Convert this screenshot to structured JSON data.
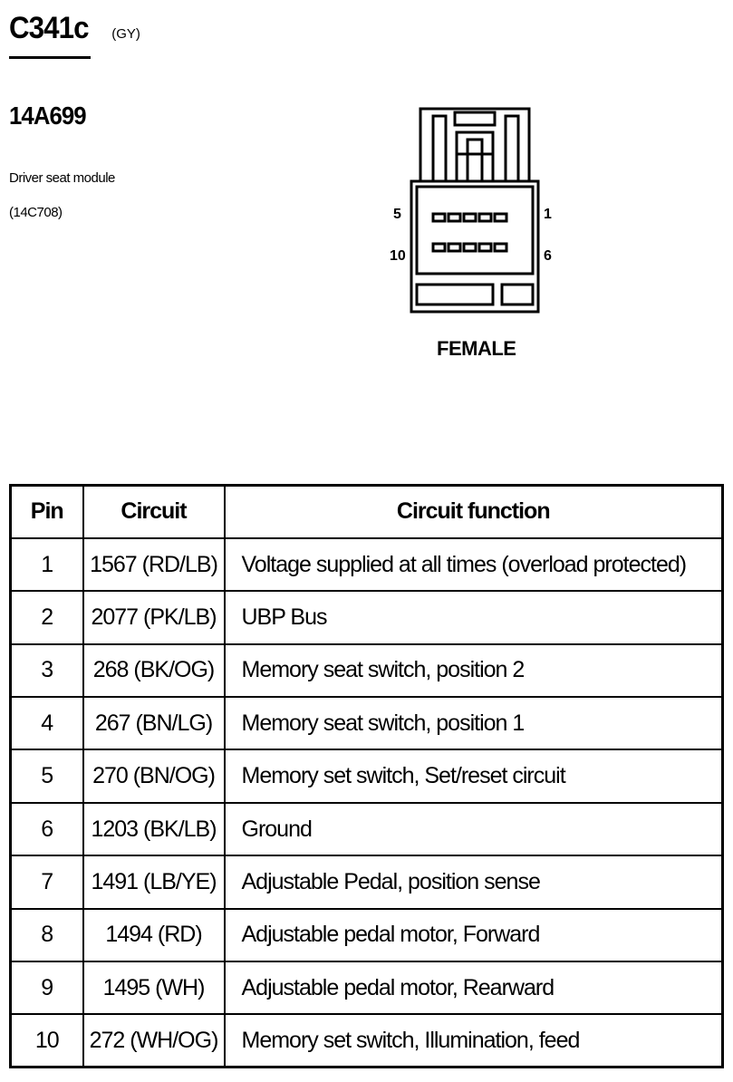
{
  "header": {
    "connector_id": "C341c",
    "connector_color": "(GY)",
    "part_number": "14A699",
    "description_line1": "Driver seat module",
    "description_line2": "(14C708)"
  },
  "connector_diagram": {
    "pin_labels": {
      "top_left": "5",
      "top_right": "1",
      "bottom_left": "10",
      "bottom_right": "6"
    },
    "gender": "FEMALE"
  },
  "table": {
    "headers": [
      "Pin",
      "Circuit",
      "Circuit function"
    ],
    "rows": [
      {
        "pin": "1",
        "circuit": "1567 (RD/LB)",
        "function": "Voltage supplied at all times (overload protected)"
      },
      {
        "pin": "2",
        "circuit": "2077 (PK/LB)",
        "function": "UBP Bus"
      },
      {
        "pin": "3",
        "circuit": "268 (BK/OG)",
        "function": "Memory seat switch, position 2"
      },
      {
        "pin": "4",
        "circuit": "267 (BN/LG)",
        "function": "Memory seat switch, position 1"
      },
      {
        "pin": "5",
        "circuit": "270 (BN/OG)",
        "function": "Memory set switch, Set/reset circuit"
      },
      {
        "pin": "6",
        "circuit": "1203 (BK/LB)",
        "function": "Ground"
      },
      {
        "pin": "7",
        "circuit": "1491 (LB/YE)",
        "function": "Adjustable Pedal, position sense"
      },
      {
        "pin": "8",
        "circuit": "1494 (RD)",
        "function": "Adjustable pedal motor, Forward"
      },
      {
        "pin": "9",
        "circuit": "1495 (WH)",
        "function": "Adjustable pedal motor, Rearward"
      },
      {
        "pin": "10",
        "circuit": "272 (WH/OG)",
        "function": "Memory set switch, Illumination, feed"
      }
    ]
  }
}
